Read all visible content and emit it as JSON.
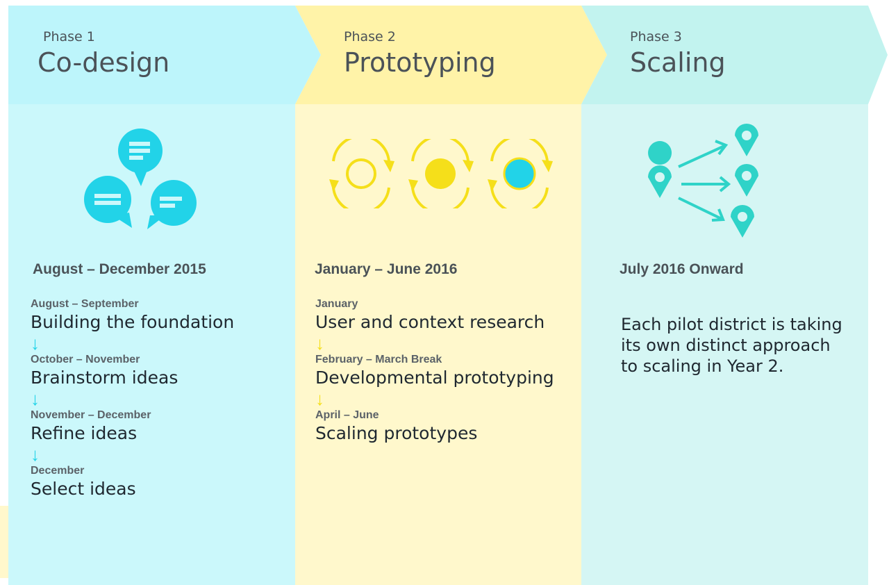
{
  "colors": {
    "phase1_header": "#bdf5fb",
    "phase1_body": "#cbf8fb",
    "phase2_header": "#fff3a8",
    "phase2_body": "#fff8cc",
    "phase3_header": "#c2f3ef",
    "phase3_body": "#d5f6f4",
    "cyan_accent": "#22d3e8",
    "yellow_accent": "#f5df1a",
    "teal_accent": "#2fd3c8"
  },
  "phases": [
    {
      "number": "Phase 1",
      "title": "Co-design",
      "icon": "speech-bubbles-icon",
      "dates": "August – December 2015",
      "arrow": "↓",
      "steps": [
        {
          "when": "August – September",
          "what": "Building the foundation"
        },
        {
          "when": "October – November",
          "what": "Brainstorm ideas"
        },
        {
          "when": "November – December",
          "what": "Refine ideas"
        },
        {
          "when": "December",
          "what": "Select ideas"
        }
      ]
    },
    {
      "number": "Phase 2",
      "title": "Prototyping",
      "icon": "iteration-cycles-icon",
      "dates": "January – June 2016",
      "arrow": "↓",
      "steps": [
        {
          "when": "January",
          "what": "User and context research"
        },
        {
          "when": "February – March Break",
          "what": "Developmental prototyping"
        },
        {
          "when": "April – June",
          "what": "Scaling prototypes"
        }
      ]
    },
    {
      "number": "Phase 3",
      "title": "Scaling",
      "icon": "location-pins-spread-icon",
      "dates": "July 2016 Onward",
      "description": "Each pilot district is taking its own distinct approach to scaling in Year 2."
    }
  ]
}
